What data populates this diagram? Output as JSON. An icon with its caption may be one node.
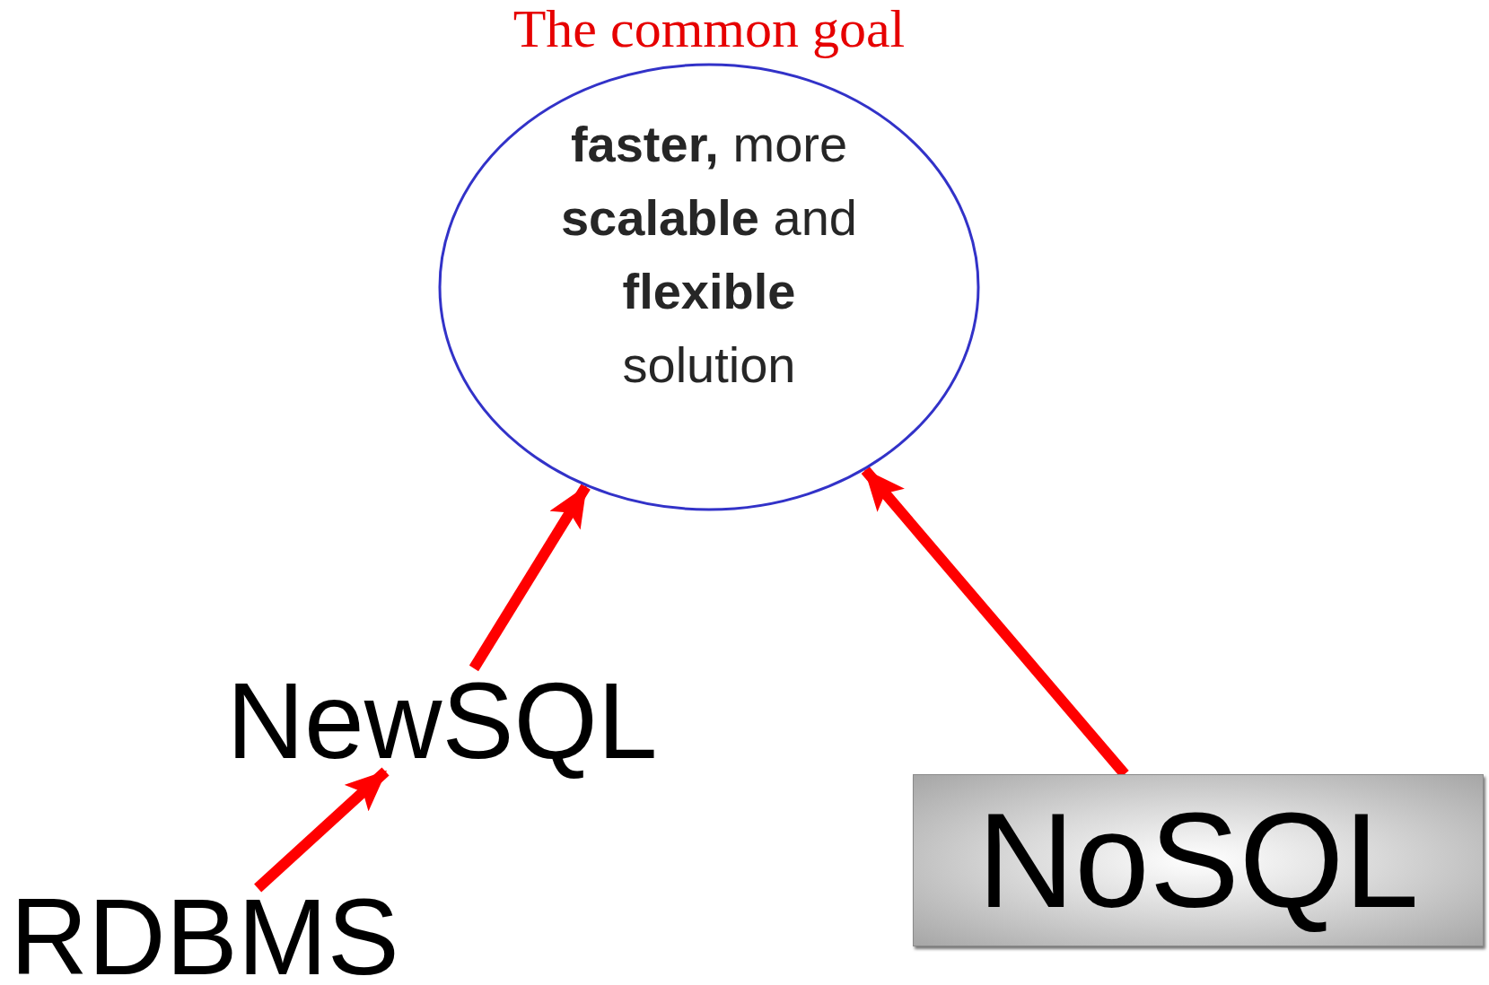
{
  "diagram": {
    "title": "The common goal",
    "nodes": [
      {
        "text": [
          "**faster,** more **scalable** and **flexible** solution"
        ]
      },
      {
        "text": [
          "NewSQL"
        ]
      },
      {
        "text": [
          "RDBMS"
        ]
      },
      {
        "text": [
          "NoSQL"
        ]
      }
    ],
    "edges": [
      {
        "from": 2,
        "to": 1,
        "arrow": "to"
      },
      {
        "from": 1,
        "to": 0,
        "arrow": "to"
      },
      {
        "from": 3,
        "to": 0,
        "arrow": "to"
      }
    ]
  }
}
